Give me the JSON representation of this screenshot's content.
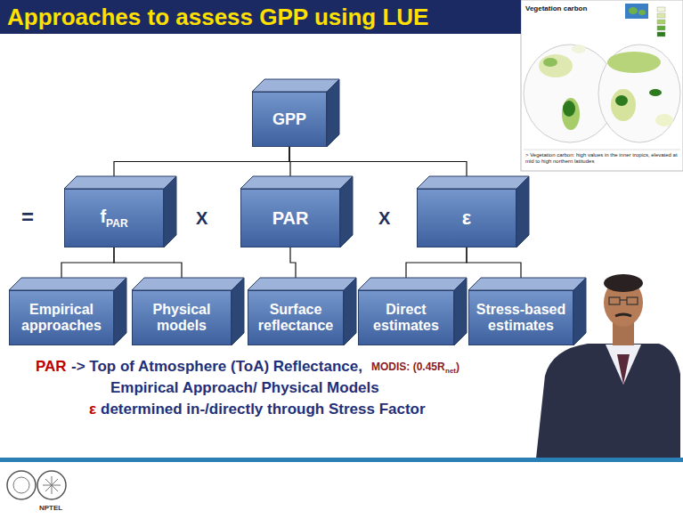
{
  "diagram": {
    "title": "Approaches to assess GPP using LUE",
    "nodes": [
      {
        "text": [
          "GPP"
        ]
      },
      {
        "text": [
          "f",
          "PAR"
        ]
      },
      {
        "text": [
          "PAR"
        ]
      },
      {
        "text": [
          "ε"
        ]
      },
      {
        "text": [
          "Empirical approaches"
        ]
      },
      {
        "text": [
          "Physical models"
        ]
      },
      {
        "text": [
          "Surface reflectance"
        ]
      },
      {
        "text": [
          "Direct estimates"
        ]
      },
      {
        "text": [
          "Stress-based estimates"
        ]
      }
    ],
    "edges": [
      {
        "from": 0,
        "to": 1,
        "arrow": "none"
      },
      {
        "from": 0,
        "to": 2,
        "arrow": "none"
      },
      {
        "from": 0,
        "to": 3,
        "arrow": "none"
      },
      {
        "from": 1,
        "to": 4,
        "arrow": "none"
      },
      {
        "from": 1,
        "to": 5,
        "arrow": "none"
      },
      {
        "from": 2,
        "to": 6,
        "arrow": "none"
      },
      {
        "from": 3,
        "to": 7,
        "arrow": "none"
      },
      {
        "from": 3,
        "to": 8,
        "arrow": "none"
      }
    ],
    "labels": [
      "=",
      "X",
      "X",
      "PAR",
      "-> Top of Atmosphere (ToA) Reflectance,",
      "MODIS: (0.45R",
      "net",
      ")",
      "Empirical Approach/ Physical Models",
      "ε",
      "determined in-/directly through Stress Factor",
      "Vegetation carbon",
      "> Vegetation carbon: high values in the inner tropics, elevated at mid to high northern latitudes",
      "NPTEL"
    ]
  }
}
